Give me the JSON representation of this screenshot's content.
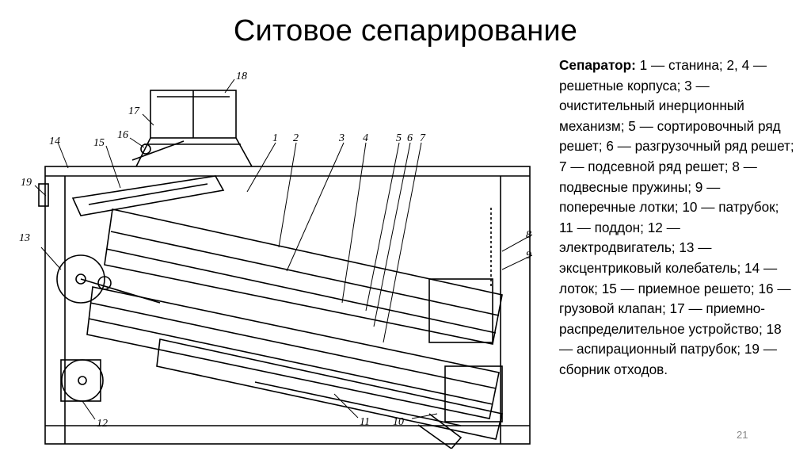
{
  "slide": {
    "title": "Ситовое сепарирование",
    "page_number": "21"
  },
  "legend": {
    "heading": "Сепаратор:",
    "text": " 1 — станина; 2, 4 — решетные корпуса; 3 — очистительный инерционный механизм; 5 — сортировочный ряд решет; 6 — разгрузочный ряд решет; 7 — подсевной ряд решет; 8 — подвесные пружины; 9 — поперечные лотки; 10 — патрубок; 11 — поддон; 12 — электродвигатель; 13 — эксцентриковый колебатель; 14 — лоток; 15 — приемное решето; 16 — грузовой клапан; 17 — приемно-распределительное устройство; 18 — аспирационный патрубок; 19 — сборник отходов."
  },
  "drawing": {
    "labels": {
      "l1": "1",
      "l2": "2",
      "l3": "3",
      "l4": "4",
      "l5": "5",
      "l6": "6",
      "l7": "7",
      "l8": "8",
      "l9": "9",
      "l10": "10",
      "l11": "11",
      "l12": "12",
      "l13": "13",
      "l14": "14",
      "l15": "15",
      "l16": "16",
      "l17": "17",
      "l18": "18",
      "l19": "19"
    }
  }
}
